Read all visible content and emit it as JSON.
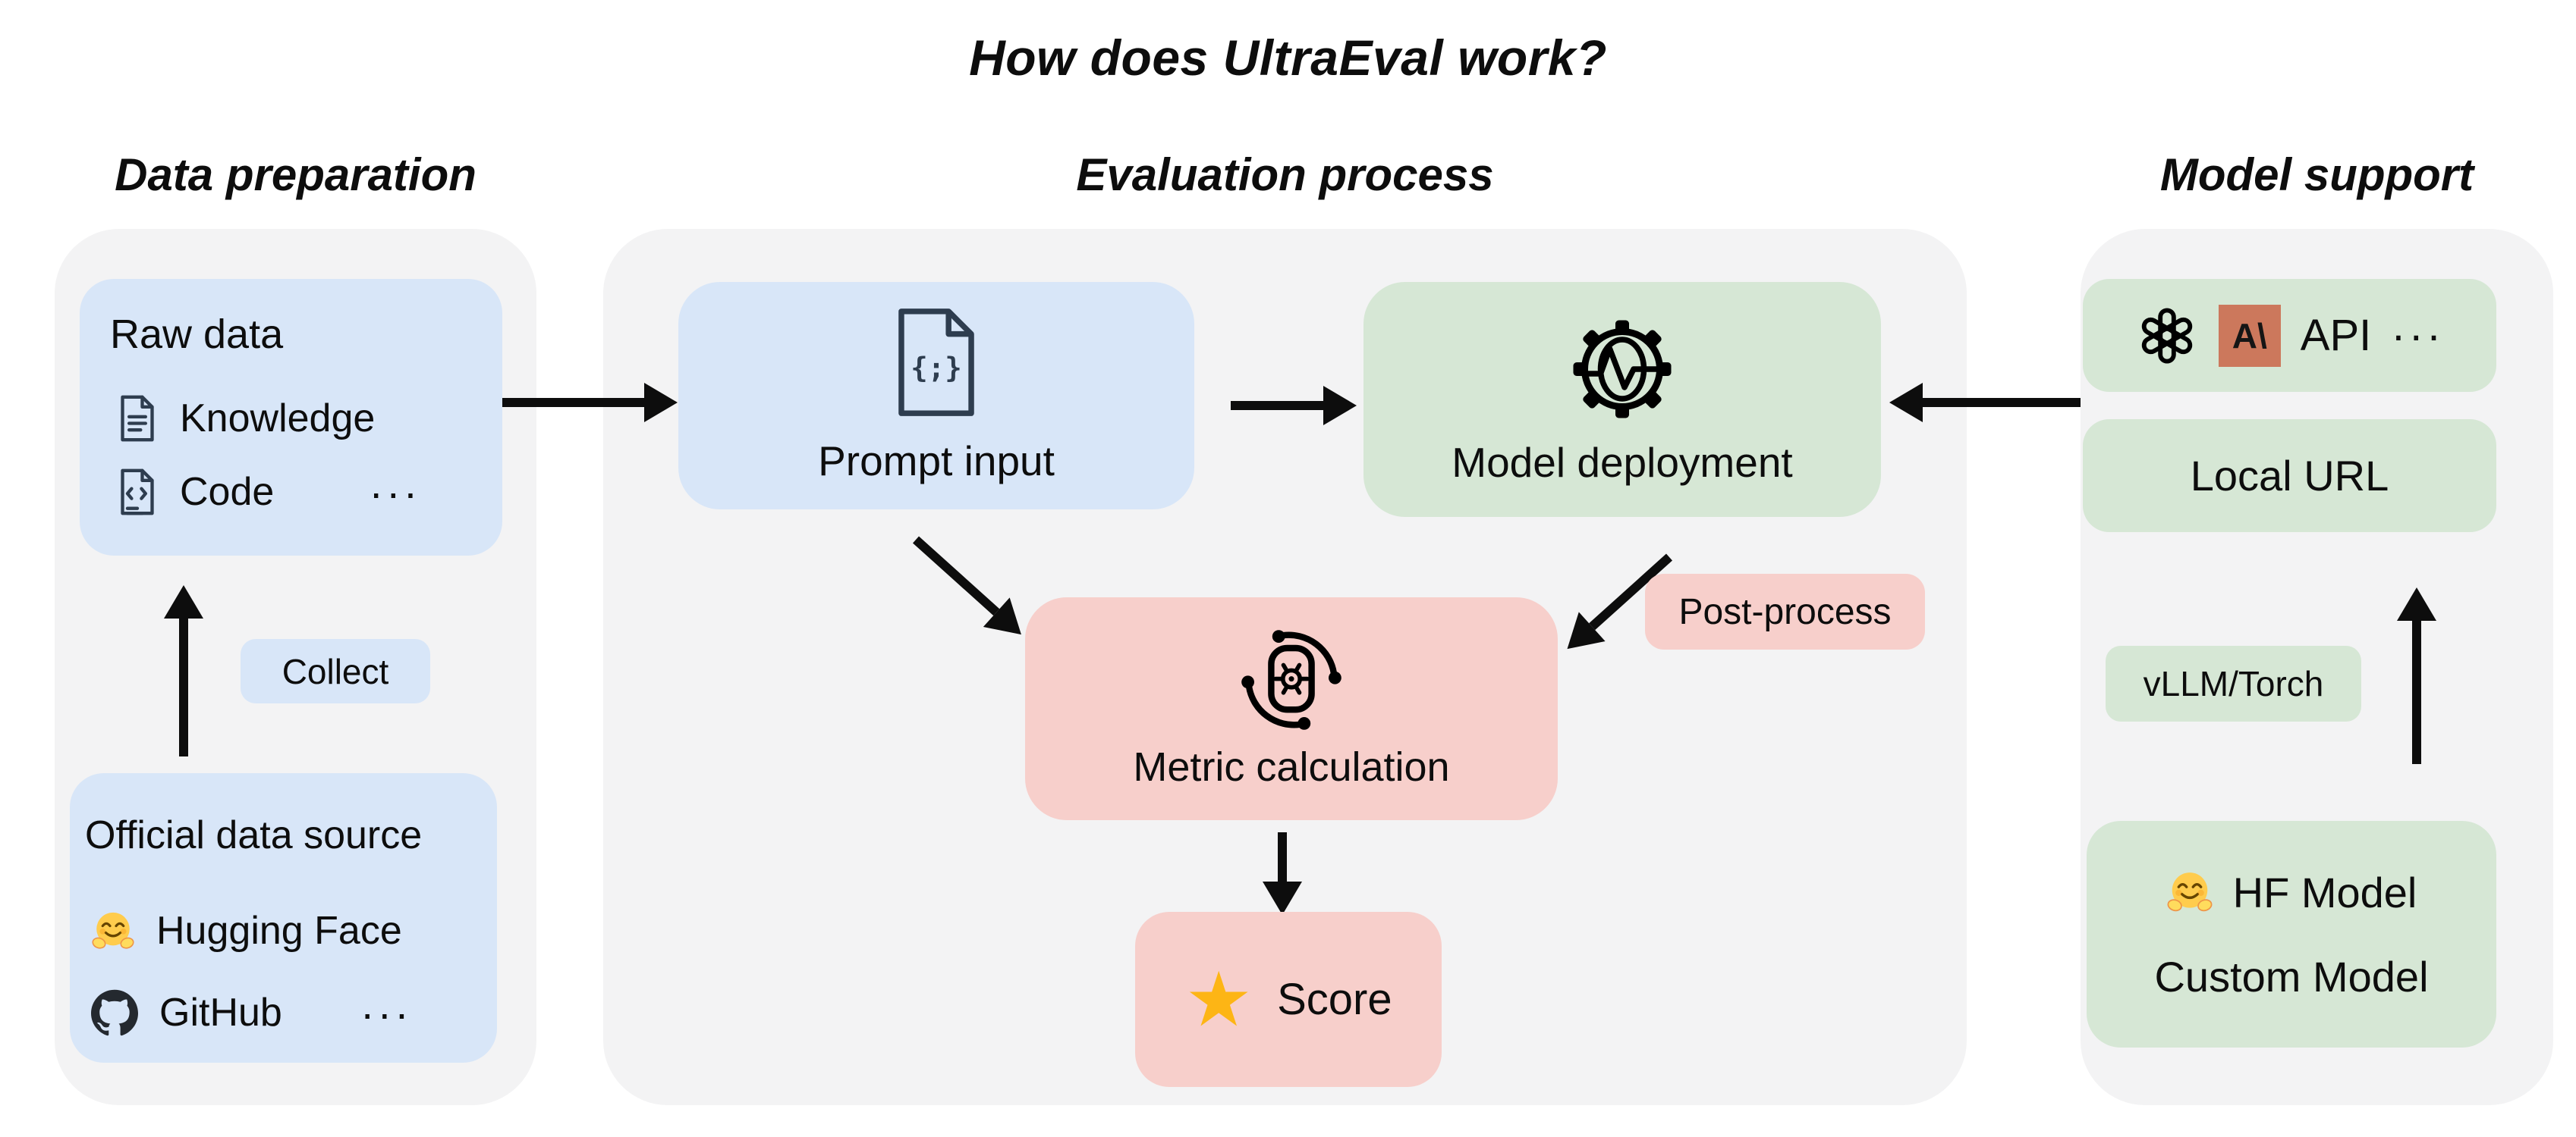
{
  "title": "How does UltraEval work?",
  "data_preparation": {
    "heading": "Data preparation",
    "raw_data": {
      "title": "Raw data",
      "items": [
        {
          "label": "Knowledge"
        },
        {
          "label": "Code"
        }
      ],
      "ellipsis": "···"
    },
    "collect": "Collect",
    "official_source": {
      "title": "Official data source",
      "items": [
        {
          "label": "Hugging Face"
        },
        {
          "label": "GitHub"
        }
      ],
      "ellipsis": "···"
    }
  },
  "evaluation_process": {
    "heading": "Evaluation process",
    "prompt_input": "Prompt input",
    "model_deployment": "Model deployment",
    "post_process": "Post-process",
    "metric_calculation": "Metric calculation",
    "score": "Score"
  },
  "model_support": {
    "heading": "Model support",
    "api": "API",
    "api_ellipsis": "···",
    "local_url": "Local URL",
    "vllm_torch": "vLLM/Torch",
    "hf_model": "HF Model",
    "custom_model": "Custom Model"
  },
  "icons": {
    "star": "★",
    "anthropic_monogram": "A\\"
  },
  "colors": {
    "blue_box": "#d8e6f8",
    "green_box": "#d6e7d5",
    "pink_box": "#f7cfcb",
    "container_gray": "#f3f3f4",
    "anthropic_tan": "#CC785C",
    "star_gold": "#FDB515",
    "arrow_black": "#0d0d0d",
    "icon_ink": "#2e3d4f",
    "github_ink": "#24292f"
  }
}
